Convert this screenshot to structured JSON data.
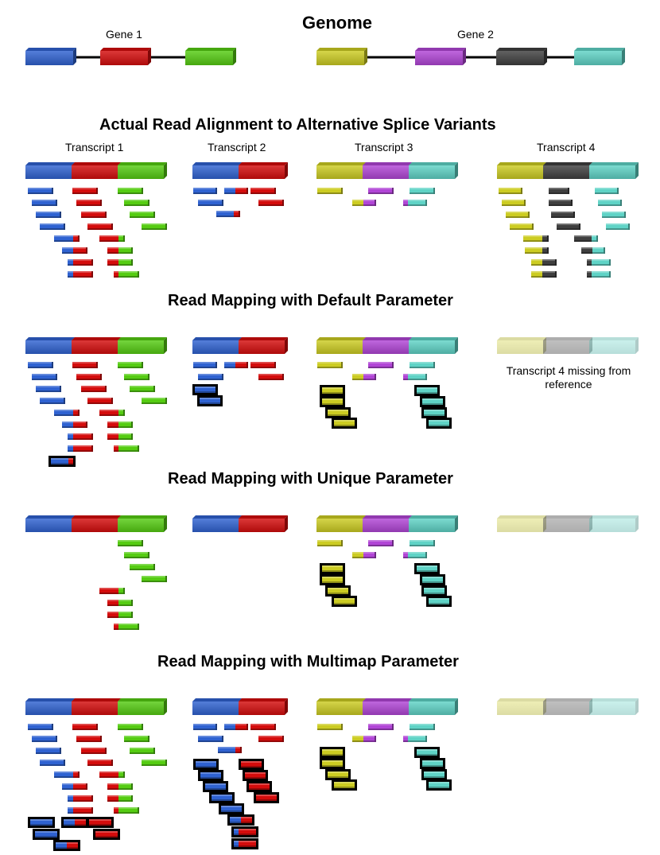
{
  "colors": {
    "exon1": "#2f62d1",
    "exon2": "#d40c0c",
    "exon3": "#55cc12",
    "exon4": "#cccc22",
    "exon5": "#b145d6",
    "exon6": "#3f3f3f",
    "exon7": "#5fd3c6",
    "intron": "#000000",
    "highlight_outline": "#000000"
  },
  "genome": {
    "title": "Genome",
    "gene1_label": "Gene 1",
    "gene2_label": "Gene 2"
  },
  "sections": {
    "actual": "Actual Read Alignment to Alternative Splice Variants",
    "default": "Read Mapping with Default Parameter",
    "unique": "Read Mapping with Unique Parameter",
    "multimap": "Read Mapping with Multimap Parameter"
  },
  "transcripts": {
    "t1": "Transcript 1",
    "t2": "Transcript 2",
    "t3": "Transcript 3",
    "t4": "Transcript 4"
  },
  "missing_note": "Transcript 4 missing from reference",
  "transcript_exons": {
    "t1": [
      "exon1",
      "exon2",
      "exon3"
    ],
    "t2": [
      "exon1",
      "exon2"
    ],
    "t3": [
      "exon4",
      "exon5",
      "exon7"
    ],
    "t4": [
      "exon4",
      "exon6",
      "exon7"
    ]
  }
}
